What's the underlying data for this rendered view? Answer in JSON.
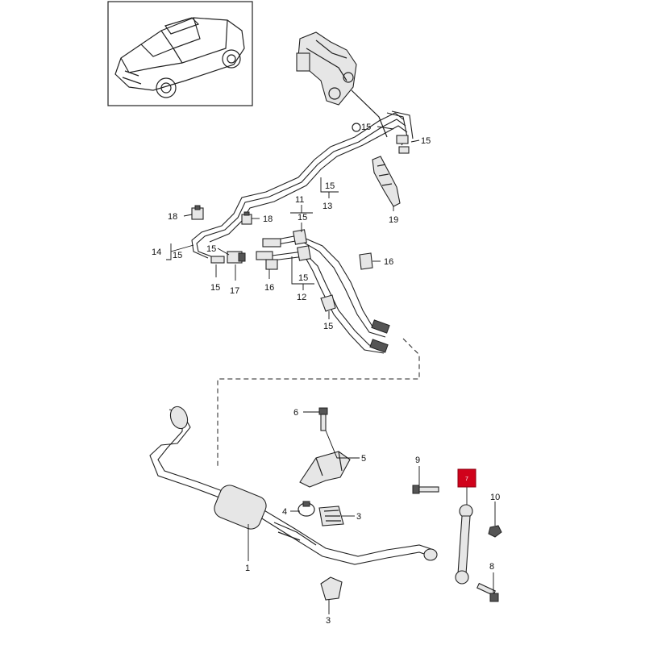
{
  "diagram": {
    "labels": {
      "l1": "1",
      "l3a": "3",
      "l3b": "3",
      "l4": "4",
      "l5": "5",
      "l6": "6",
      "l7": "7",
      "l8": "8",
      "l9": "9",
      "l10": "10",
      "l11": "11",
      "l12": "12",
      "l13": "13",
      "l14": "14",
      "l15_top1": "15",
      "l15_top2": "15",
      "l15_13": "15",
      "l15_11": "15",
      "l15_12": "15",
      "l15_14": "15",
      "l15_mid": "15",
      "l15_left": "15",
      "l15_clip": "15",
      "l16a": "16",
      "l16b": "16",
      "l17": "17",
      "l18a": "18",
      "l18b": "18",
      "l19": "19"
    },
    "highlight": {
      "part": "7",
      "color": "#d0021b"
    }
  }
}
